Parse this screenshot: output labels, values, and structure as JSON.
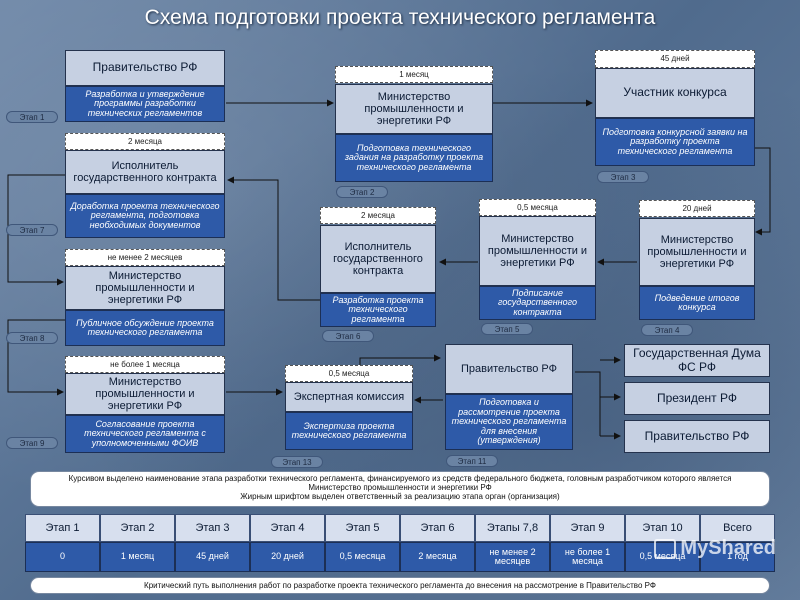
{
  "title": "Схема подготовки проекта технического регламента",
  "boxes": {
    "gov1": {
      "org": "Правительство РФ",
      "task": "Разработка и утверждение программы разработки технических регламентов"
    },
    "min1": {
      "header": "1 месяц",
      "org": "Министерство промышленности и энергетики РФ",
      "task": "Подготовка технического задания на разработку проекта технического регламента"
    },
    "contest": {
      "header": "45 дней",
      "org": "Участник конкурса",
      "task": "Подготовка конкурсной заявки на разработку проекта технического регламента"
    },
    "exec1": {
      "header": "2 месяца",
      "org": "Исполнитель государственного контракта",
      "task": "Доработка проекта технического регламента, подготовка необходимых документов"
    },
    "exec2": {
      "header": "2 месяца",
      "org": "Исполнитель государственного контракта",
      "task": "Разработка проекта технического регламента"
    },
    "min_sign": {
      "header": "0,5 месяца",
      "org": "Министерство промышленности и энергетики РФ",
      "task": "Подписание государственного контракта"
    },
    "min_results": {
      "header": "20 дней",
      "org": "Министерство промышленности и энергетики РФ",
      "task": "Подведение итогов конкурса"
    },
    "min_public": {
      "header": "не менее 2 месяцев",
      "org": "Министерство промышленности и энергетики РФ",
      "task": "Публичное обсуждение проекта технического регламента"
    },
    "min_agree": {
      "header": "не более 1 месяца",
      "org": "Министерство промышленности и энергетики РФ",
      "task": "Согласование проекта технического регламента с уполномоченными ФОИВ"
    },
    "expert": {
      "header": "0,5 месяца",
      "org": "Экспертная комиссия",
      "task": "Экспертиза проекта технического регламента"
    },
    "gov2": {
      "org": "Правительство РФ",
      "task": "Подготовка и рассмотрение проекта технического регламента для внесения (утверждения)"
    },
    "duma": {
      "org": "Государственная Дума ФС РФ"
    },
    "president": {
      "org": "Президент РФ"
    },
    "gov3": {
      "org": "Правительство РФ"
    }
  },
  "stages": {
    "s1": "Этап 1",
    "s2": "Этап 2",
    "s3": "Этап 3",
    "s4": "Этап 4",
    "s5": "Этап 5",
    "s6": "Этап 6",
    "s7": "Этап 7",
    "s8": "Этап 8",
    "s9": "Этап 9",
    "s11": "Этап 11",
    "s13": "Этап 13"
  },
  "legend": {
    "line1": "Курсивом выделено наименование этапа разработки технического регламента, финансируемого из средств федерального бюджета, головным разработчиком которого является",
    "line2": "Министерство промышленности и энергетики РФ",
    "line3": "Жирным шрифтом выделен ответственный за реализацию этапа орган (организация)"
  },
  "table": {
    "headers": [
      "Этап 1",
      "Этап 2",
      "Этап 3",
      "Этап 4",
      "Этап 5",
      "Этап 6",
      "Этапы 7,8",
      "Этап 9",
      "Этап 10",
      "Всего"
    ],
    "values": [
      "0",
      "1 месяц",
      "45 дней",
      "20 дней",
      "0,5 месяца",
      "2 месяца",
      "не менее 2 месяцев",
      "не более 1 месяца",
      "0,5 месяца",
      "1 год"
    ]
  },
  "footer": "Критический путь выполнения работ по разработке проекта технического регламента до внесения на рассмотрение в Правительство РФ",
  "watermark": "MyShared",
  "colors": {
    "task_blue": "#2e5aa8",
    "org_fill": "#c6d0e2",
    "background": "#5f7a9b"
  }
}
